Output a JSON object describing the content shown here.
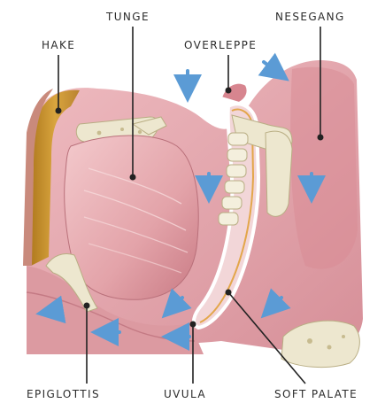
{
  "labels": {
    "hake": "HAKE",
    "tunge": "TUNGE",
    "nesegang": "NESEGANG",
    "overleppe": "OVERLEPPE",
    "epiglottis": "EPIGLOTTIS",
    "uvula": "UVULA",
    "soft_palate": "SOFT PALATE"
  },
  "colors": {
    "tissue": "#e2a7ad",
    "tissue_dark": "#c47a84",
    "tissue_light": "#f1c9cc",
    "bone": "#ede7cf",
    "bone_outline": "#b9ae84",
    "fat": "#c9952f",
    "airflow_arrow": "#5b9bd5",
    "leader_line": "#222222"
  }
}
